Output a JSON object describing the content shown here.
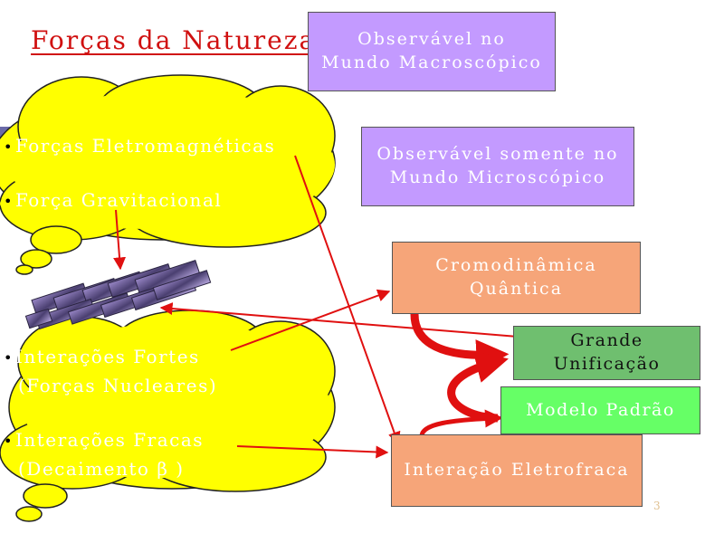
{
  "title": "Forças da Natureza:",
  "legend": {
    "macro": [
      "Observável no",
      "Mundo Macroscópico"
    ],
    "micro": [
      "Observável somente no",
      "Mundo Microscópico"
    ]
  },
  "forces": {
    "em": "Forças Eletromagnéticas",
    "grav": "Força Gravitacional",
    "strong": [
      "Interações Fortes",
      "(Forças Nucleares)"
    ],
    "weak": [
      "Interações Fracas",
      "(Decaimento β )"
    ]
  },
  "theories": {
    "qcd": "Cromodinâmica Quântica",
    "gut": "Grande Unificação",
    "sm": "Modelo Padrão",
    "ew": "Interação Eletrofraca"
  },
  "page_number": "3",
  "colors": {
    "title": "#d01010",
    "cloud": "#ffff00",
    "macro_box": "#c39aff",
    "micro_box": "#c39aff",
    "theory_box": "#f6a579",
    "gut_box": "#6fbf6f",
    "sm_box": "#66ff66",
    "arrow": "#e01010"
  }
}
